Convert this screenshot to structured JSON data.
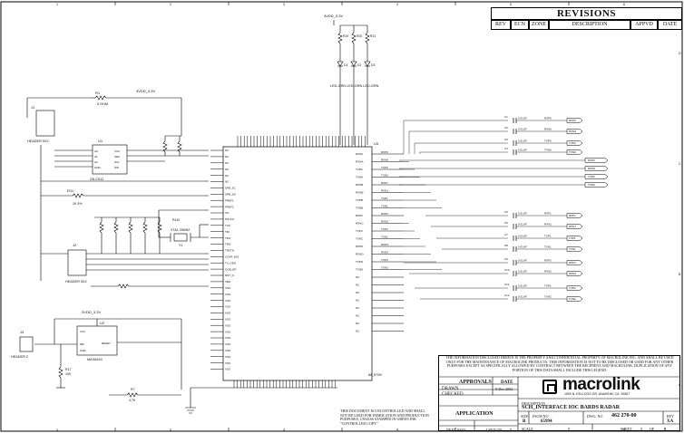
{
  "revisions": {
    "title": "REVISIONS",
    "columns": [
      "REV",
      "ECN",
      "ZONE",
      "DESCRIPTION",
      "APPVD",
      "DATE"
    ]
  },
  "border": {
    "top_zones": [
      "1",
      "2",
      "3",
      "4",
      "5",
      "6"
    ],
    "side_zones": [
      "D",
      "C",
      "B",
      "A"
    ]
  },
  "power_labels": {
    "top": "3VDD_3.3V",
    "left": "3VDD_3.3V",
    "reset": "3VDD_3.3V"
  },
  "leds": [
    {
      "ref": "D1",
      "label": "LED-GRN"
    },
    {
      "ref": "D2",
      "label": "LED-GRN"
    },
    {
      "ref": "D3",
      "label": "LED-GRN"
    }
  ],
  "leds_caption": "LED-GRN LED-GRN LED-GRN",
  "resistors_top": [
    "R19",
    "R20",
    "R21"
  ],
  "components": {
    "j1": "J1",
    "header_j1": "HEADER 5X2",
    "u1": "U1",
    "u1_part": "24LC512",
    "u1_pins": [
      "A0",
      "A1",
      "A2",
      "GND",
      "VCC",
      "SDA",
      "SCL",
      "WP"
    ],
    "r1": "R1",
    "r1_val": "0 OHM",
    "j2": "J2",
    "header_j2": "HEADER 5X2",
    "r11": "R11",
    "r11_val": "1K 5%",
    "y1": "Y1",
    "y1_val": "XTAL 25MHZ",
    "r_osc": "R1M",
    "u3": "U3",
    "u2": "U2",
    "u2_part": "MAX6440",
    "u2_pins": [
      "VCC",
      "GND",
      "RESET",
      "MR"
    ],
    "j3": "J3",
    "header_j3": "HEADER 2",
    "r17": "R17",
    "r17_val": "10K",
    "r7": "R7",
    "r7_val": "4.7K"
  },
  "u3_left_pins": [
    "NC",
    "NC",
    "NC",
    "NC",
    "NC",
    "NC",
    "SPB_SC",
    "SPB_SD",
    "PREF1",
    "PREF2",
    "XO",
    "PCLKO",
    "TCK",
    "TDI",
    "TDO",
    "TMS",
    "TRSTN",
    "CONF_DIS",
    "TX_GEN",
    "OOB_EP",
    "RST_N",
    "VDD",
    "VSS",
    "VSS",
    "VSS",
    "VSS",
    "VSS",
    "VSS",
    "VSS",
    "VSS",
    "VSS",
    "VSS",
    "VSS",
    "VSS",
    "VSS",
    "VSS"
  ],
  "u3_right_pins": [
    "RXPA",
    "RXNA",
    "TXPA",
    "TXNA",
    "RXPB",
    "RXNB",
    "TXPB",
    "TXNB",
    "RXPC",
    "RXNC",
    "TXPC",
    "TXNC",
    "RXPD",
    "RXND",
    "TXPD",
    "TXND",
    "NC",
    "NC",
    "NC",
    "NC",
    "NC",
    "NC",
    "NC",
    "NC"
  ],
  "nets_right": [
    "RXP0",
    "RXN0",
    "TXP0",
    "TXN0",
    "RXP1",
    "RXN1",
    "TXP1",
    "TXN1",
    "RXP2",
    "RXN2",
    "TXP2",
    "TXN2",
    "RXP3",
    "RXN3",
    "TXP3",
    "TXN3"
  ],
  "far_right_nets": [
    "RXP0",
    "RXN0",
    "TXP0",
    "TXN0"
  ],
  "caps": [
    "C1",
    "C2",
    "C3",
    "C4",
    "C5",
    "C6",
    "C7",
    "C8",
    "C9",
    "C10",
    "C11",
    "C12"
  ],
  "cap_val": "0.01UF",
  "u3_bottom_label": "88_572N",
  "title_block": {
    "confidential": "THE INFORMATION DISCLOSED HEREIN IS THE PROPERTY AND CONFIDENTIAL PROPERTY OF MACROLINK INC. AND SHALL BE USED ONLY FOR THE MAINTENANCE OF MACROLINK PRODUCTS. THIS INFORMATION IS NOT TO BE DISCLOSED OR USED FOR ANY OTHER PURPOSES EXCEPT AS SPECIFICALLY ALLOWED BY CONTRACT BETWEEN THE RECIPIENT AND MACROLINK. DUPLICATION OF ANY PORTION OF THIS DATA SHALL INCLUDE THIS LEGEND.",
    "approvals": "APPROVALS",
    "date": "DATE",
    "drawn": "DRAWN",
    "drawn_date": "9-Dec-2002",
    "checked": "CHECKED",
    "application": "APPLICATION",
    "next_assy": "NEXT ASSY",
    "used_on": "USED ON",
    "company": "macrolink",
    "address": "1500 N. KELLOGG DR. ANAHEIM, CA. 92807",
    "description_label": "DESCRIPTION",
    "description": "SCH_INTERFACE IOC BARDS RADAR",
    "size_label": "SIZE",
    "size": "B",
    "fscm_label": "FSCM NO",
    "fscm": "65994",
    "dwg_label": "DWG. NO",
    "dwg": "462 270-00",
    "rev_label": "REV",
    "rev": "XA",
    "scale_label": "SCALE",
    "sheet_label": "SHEET",
    "sheet": "1",
    "of_label": "OF",
    "of": "8",
    "uncontrolled": "THIS DOCUMENT IS UNCONTROLLED AND SHALL NOT BE USED FOR FABRICATION AND PRODUCTION PURPOSES, UNLESS STAMPED IN GREEN INK \"CONTROLLED COPY\""
  }
}
